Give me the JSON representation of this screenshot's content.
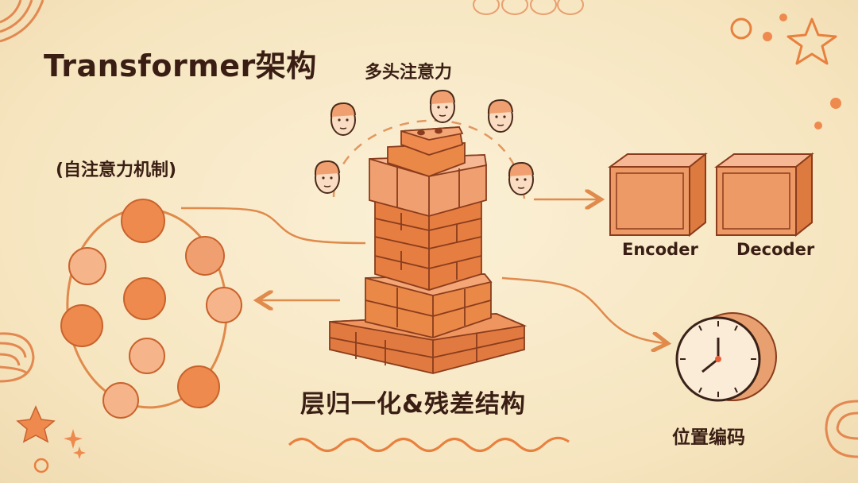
{
  "title": "Transformer架构",
  "labels": {
    "multi_head_attention": "多头注意力",
    "self_attention": "(自注意力机制)",
    "encoder": "Encoder",
    "decoder": "Decoder",
    "positional_encoding": "位置编码",
    "layernorm_residual": "层归一化&残差结构"
  },
  "colors": {
    "background": "#f6e7c4",
    "accent": "#ee8a4e",
    "ink": "#3a1e14",
    "line": "#e08a4c"
  },
  "icons": [
    "head-icon",
    "brick-tower",
    "cube-icon",
    "clock-icon",
    "star-icon",
    "node-circle"
  ]
}
